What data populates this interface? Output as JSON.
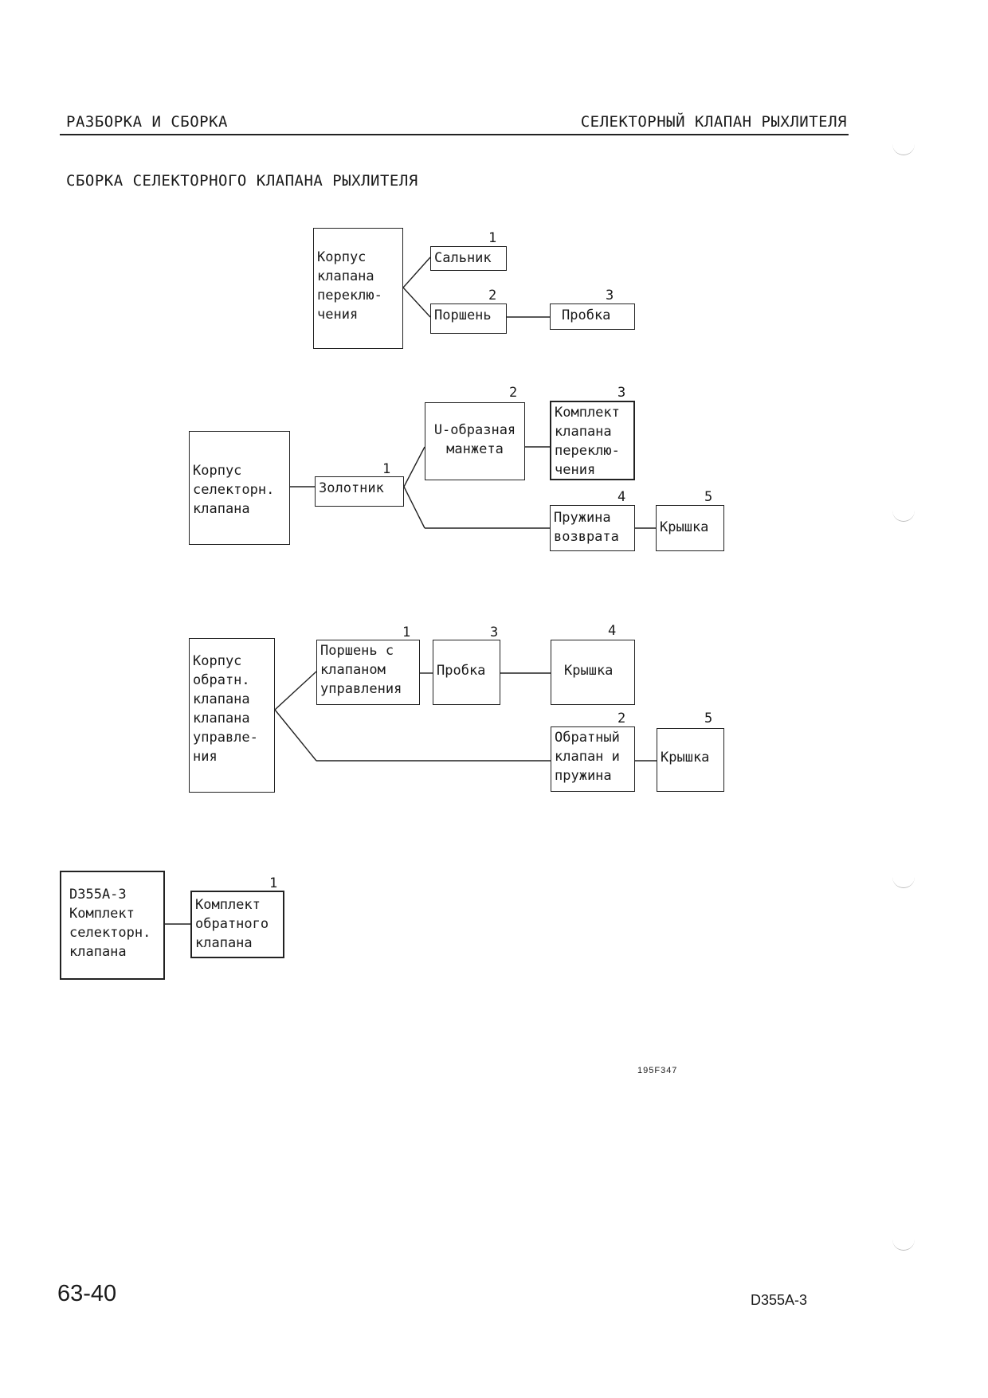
{
  "header": {
    "left": "РАЗБОРКА И СБОРКА",
    "right": "СЕЛЕКТОРНЫЙ КЛАПАН РЫХЛИТЕЛЯ"
  },
  "section_title": "СБОРКА СЕЛЕКТОРНОГО КЛАПАНА РЫХЛИТЕЛЯ",
  "diagram1": {
    "main": [
      "Корпус",
      "клапана",
      "переклю-",
      "чения"
    ],
    "seal": {
      "num": "1",
      "label": "Сальник"
    },
    "piston": {
      "num": "2",
      "label": "Поршень"
    },
    "plug": {
      "num": "3",
      "label": "Пробка"
    }
  },
  "diagram2": {
    "main": [
      "Корпус",
      "селекторн.",
      "клапана"
    ],
    "spool": {
      "num": "1",
      "label": "Золотник"
    },
    "ucup": {
      "num": "2",
      "lines": [
        "U-образная",
        "манжета"
      ]
    },
    "kit": {
      "num": "3",
      "lines": [
        "Комплект",
        "клапана",
        "переклю-",
        "чения"
      ]
    },
    "spring": {
      "num": "4",
      "lines": [
        "Пружина",
        "возврата"
      ]
    },
    "cover": {
      "num": "5",
      "label": "Крышка"
    }
  },
  "diagram3": {
    "main": [
      "Корпус",
      "обратн.",
      "клапана",
      "клапана",
      "управле-",
      "ния"
    ],
    "piston": {
      "num": "1",
      "lines": [
        "Поршень с",
        "клапаном",
        "управления"
      ]
    },
    "check": {
      "num": "2",
      "lines": [
        "Обратный",
        "клапан и",
        "пружина"
      ]
    },
    "plug": {
      "num": "3",
      "label": "Пробка"
    },
    "cover4": {
      "num": "4",
      "label": "Крышка"
    },
    "cover5": {
      "num": "5",
      "label": "Крышка"
    }
  },
  "diagram4": {
    "main": [
      "D355A-3",
      "Комплект",
      "селекторн.",
      "клапана"
    ],
    "kit": {
      "num": "1",
      "lines": [
        "Комплект",
        "обратного",
        "клапана"
      ]
    }
  },
  "figure_code": "195F347",
  "footer": {
    "page_number": "63-40",
    "model": "D355A-3"
  }
}
